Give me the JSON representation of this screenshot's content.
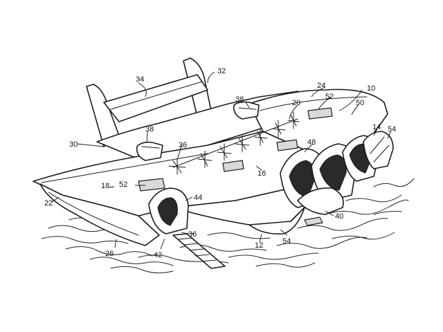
{
  "labels": {
    "l10": "10",
    "l12": "12",
    "l14": "14",
    "l16": "16",
    "l18": "18",
    "l20": "20",
    "l22": "22",
    "l24": "24",
    "l26": "26",
    "l30": "30",
    "l32": "32",
    "l34": "34",
    "l36a": "36",
    "l36b": "36",
    "l38a": "38",
    "l38b": "38",
    "l40": "40",
    "l42": "42",
    "l44": "44",
    "l48": "48",
    "l50": "50",
    "l52a": "52",
    "l52b": "52",
    "l54a": "54",
    "l54b": "54"
  }
}
